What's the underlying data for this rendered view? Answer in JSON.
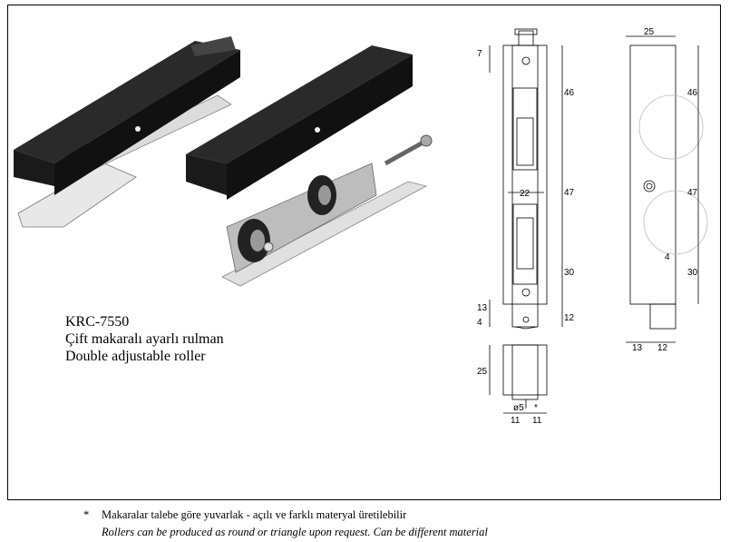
{
  "product": {
    "code": "KRC-7550",
    "name_tr": "Çift makaralı ayarlı rulman",
    "name_en": "Double adjustable roller"
  },
  "footnote": {
    "marker": "*",
    "text_tr": "Makaralar talebe göre yuvarlak - açılı ve farklı materyal üretilebilir",
    "text_en": "Rollers can be produced as round or triangle upon request. Can be different material"
  },
  "dimensions": {
    "front": {
      "d7": "7",
      "d46": "46",
      "d22": "22",
      "d47": "47",
      "d30": "30",
      "d13": "13",
      "d4": "4",
      "d12": "12"
    },
    "side": {
      "d25": "25",
      "d46": "46",
      "d47": "47",
      "d4": "4",
      "d30": "30",
      "d13": "13",
      "d12": "12"
    },
    "bottom": {
      "d25": "25",
      "d5": "ø5",
      "star": "*",
      "d11a": "11",
      "d11b": "11"
    }
  }
}
